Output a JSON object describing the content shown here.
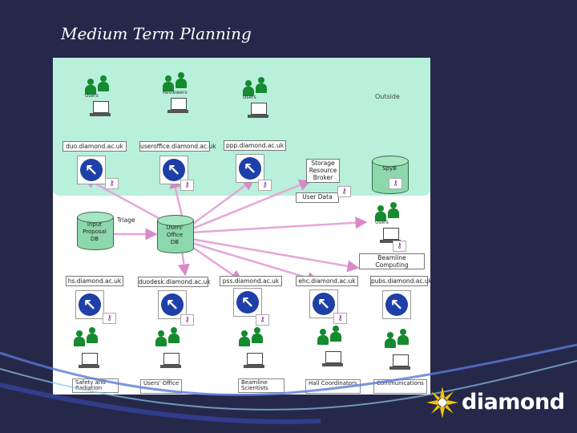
{
  "slide": {
    "title": "Medium Term Planning"
  },
  "zones": {
    "outside": "Outside"
  },
  "hosts": [
    "duo.diamond.ac.uk",
    "useroffice.diamond.ac.uk",
    "ppp.diamond.ac.uk",
    "hs.diamond.ac.uk",
    "duodesk.diamond.ac.uk",
    "pss.diamond.ac.uk",
    "ehc.diamond.ac.uk",
    "pubs.diamond.ac.uk"
  ],
  "top_groups": [
    "Users",
    "Reviewers",
    "Users"
  ],
  "databases": {
    "storage": "Storage\nResource\nBroker",
    "spyb": "SpyB",
    "proposals": "Input\nProposal\nDB",
    "useroffice": "Users'\nOffice\nDB"
  },
  "labels": {
    "user_data": "User Data",
    "triage": "Triage",
    "beamline_computing": "Beamline\nComputing"
  },
  "bottom_groups": [
    "Safety and Radiation",
    "Users' Office",
    "Beamline Scientists",
    "Hall Coordinators",
    "Communications"
  ],
  "brand": {
    "logo_text": "diamond",
    "accent": "#f5c400"
  },
  "colors": {
    "background": "#26284a",
    "outside_zone": "#b8f0dc",
    "icon_blue": "#1f3fa8",
    "arrow": "#e7a6d8",
    "users": "#158a2e"
  }
}
